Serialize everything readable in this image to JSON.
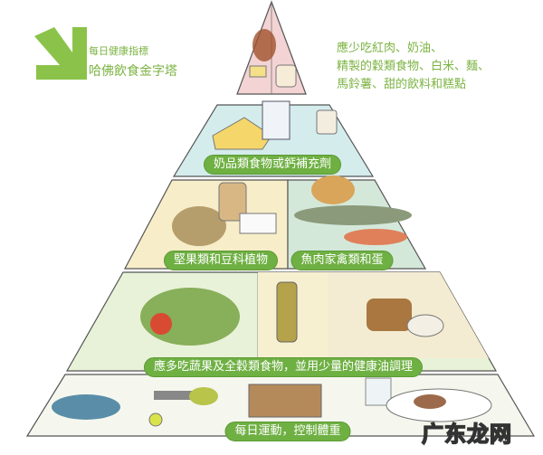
{
  "header": {
    "subtitle": "每日健康指標",
    "title": "哈佛飲食金字塔",
    "arrow_icon": "arrow-down-right-icon",
    "accent_color": "#7cb342"
  },
  "top_tier": {
    "note_lines": [
      "應少吃紅肉、奶油、",
      "精製的穀類食物、白米、麵、",
      "馬鈴薯、甜的飲料和糕點"
    ],
    "color": "#f3d3d3"
  },
  "tiers": [
    {
      "label": "奶品類食物或鈣補充劑",
      "color": "#d5ecec"
    },
    {
      "label": "堅果類和豆科植物",
      "color": "#f7edc8"
    },
    {
      "label": "魚肉家禽類和蛋",
      "color": "#d4e8da"
    },
    {
      "label": "應多吃蔬果及全穀類食物，並用少量的健康油調理",
      "color": "#e8f2d8"
    },
    {
      "label": "每日運動，控制體重",
      "color": "#f5f7ee"
    }
  ],
  "watermark": "广东龙网"
}
